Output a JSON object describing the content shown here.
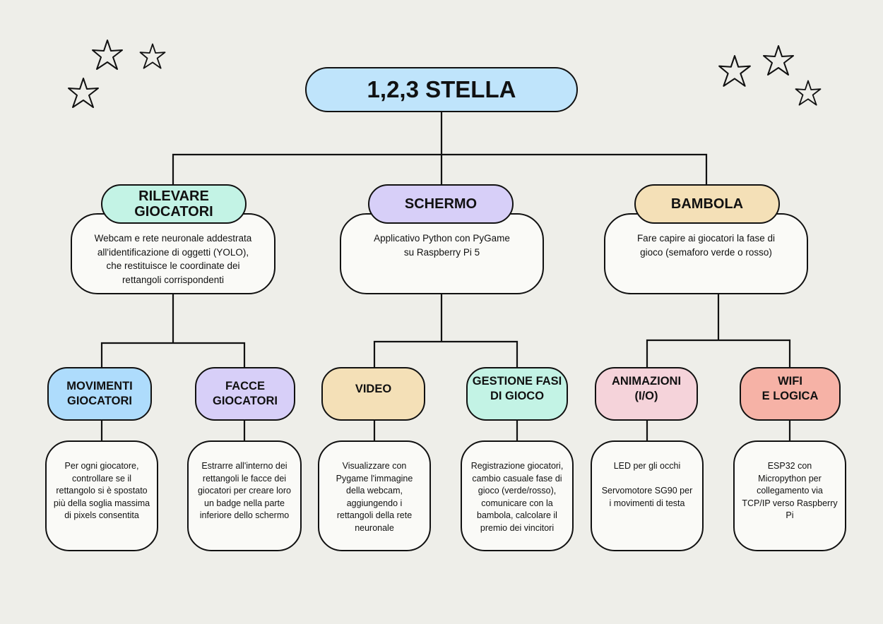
{
  "title": "1,2,3 STELLA",
  "colors": {
    "background": "#eeeee9",
    "title": "#bfe4fb",
    "mint": "#c3f3e5",
    "lavender": "#d7cff8",
    "sand": "#f4e0b7",
    "sky": "#aedcfc",
    "pink": "#f5d3da",
    "salmon": "#f6b2a6"
  },
  "branches": [
    {
      "label": "RILEVARE\nGIOCATORI",
      "color": "#c3f3e5",
      "description": "Webcam e rete neuronale addestrata\nall'identificazione di oggetti (YOLO),\nche restituisce le coordinate dei\nrettangoli corrispondenti",
      "children": [
        {
          "label": "MOVIMENTI\nGIOCATORI",
          "color": "#aedcfc",
          "description": "Per ogni giocatore,\ncontrollare se il\nrettangolo si è spostato\npiù della soglia massima\ndi pixels consentita"
        },
        {
          "label": "FACCE\nGIOCATORI",
          "color": "#d7cff8",
          "description": "Estrarre all'interno dei\nrettangoli le facce dei\ngiocatori per creare loro\nun badge nella parte\ninferiore dello schermo"
        }
      ]
    },
    {
      "label": "SCHERMO",
      "color": "#d7cff8",
      "description": "Applicativo Python con PyGame\nsu Raspberry Pi 5",
      "children": [
        {
          "label": "VIDEO",
          "color": "#f4e0b7",
          "description": "Visualizzare con\nPygame l'immagine\ndella webcam,\naggiungendo i\nrettangoli della rete\nneuronale"
        },
        {
          "label": "GESTIONE FASI\nDI GIOCO",
          "color": "#c3f3e5",
          "description": "Registrazione giocatori,\ncambio casuale fase di\ngioco (verde/rosso),\ncomunicare con la\nbambola, calcolare il\npremio dei vincitori"
        }
      ]
    },
    {
      "label": "BAMBOLA",
      "color": "#f4e0b7",
      "description": "Fare capire ai giocatori la fase di\ngioco (semaforo verde o rosso)",
      "children": [
        {
          "label": "ANIMAZIONI\n(I/O)",
          "color": "#f5d3da",
          "description": "LED per gli occhi\n\nServomotore SG90 per\ni movimenti di testa"
        },
        {
          "label": "WIFI\nE LOGICA",
          "color": "#f6b2a6",
          "description": "ESP32 con\nMicropython per\ncollegamento via\nTCP/IP verso Raspberry\nPi"
        }
      ]
    }
  ]
}
